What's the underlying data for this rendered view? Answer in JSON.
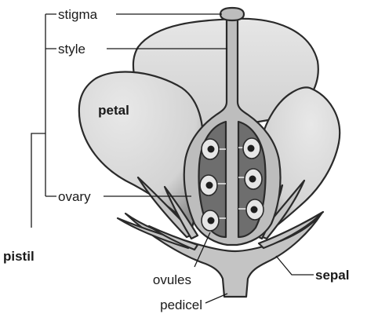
{
  "labels": {
    "stigma": "stigma",
    "style": "style",
    "petal": "petal",
    "ovary": "ovary",
    "pistil": "pistil",
    "sepal": "sepal",
    "ovules": "ovules",
    "pedicel": "pedicel"
  },
  "colors": {
    "outline": "#2a2a2a",
    "petal_fill": "#d9d9d9",
    "pistil_fill": "#bdbdbd",
    "ovary_chamber": "#6e6e6e",
    "ovule_fill": "#e6e6e6",
    "ovule_core": "#1e1e1e",
    "text": "#1a1a1a"
  }
}
